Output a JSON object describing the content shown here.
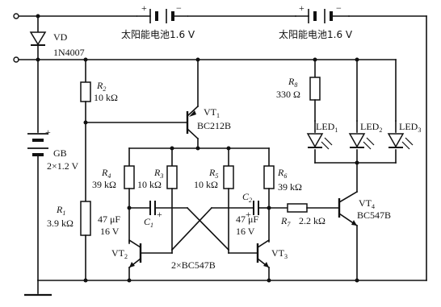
{
  "components": {
    "solar_cell_1": {
      "label": "太阳能电池1.6 V",
      "plus": "+",
      "minus": "−"
    },
    "solar_cell_2": {
      "label": "太阳能电池1.6 V",
      "plus": "+",
      "minus": "−"
    },
    "vd": {
      "name": "VD",
      "part": "1N4007"
    },
    "gb": {
      "name": "GB",
      "value": "2×1.2 V",
      "plus": "+"
    },
    "r1": {
      "name": "R",
      "sub": "1",
      "value": "3.9 kΩ"
    },
    "r2": {
      "name": "R",
      "sub": "2",
      "value": "10 kΩ"
    },
    "r3": {
      "name": "R",
      "sub": "3",
      "value": "10 kΩ"
    },
    "r4": {
      "name": "R",
      "sub": "4",
      "value": "39 kΩ"
    },
    "r5": {
      "name": "R",
      "sub": "5",
      "value": "10 kΩ"
    },
    "r6": {
      "name": "R",
      "sub": "6",
      "value": "39 kΩ"
    },
    "r7": {
      "name": "R",
      "sub": "7",
      "value": "2.2 kΩ"
    },
    "r8": {
      "name": "R",
      "sub": "8",
      "value": "330 Ω"
    },
    "c1": {
      "name": "C",
      "sub": "1",
      "value": "47 μF",
      "voltage": "16 V",
      "plus": "+"
    },
    "c2": {
      "name": "C",
      "sub": "2",
      "value": "47 μF",
      "voltage": "16 V",
      "plus": "+"
    },
    "vt1": {
      "name": "VT",
      "sub": "1",
      "part": "BC212B"
    },
    "vt2": {
      "name": "VT",
      "sub": "2"
    },
    "vt3": {
      "name": "VT",
      "sub": "3"
    },
    "vt4": {
      "name": "VT",
      "sub": "4",
      "part": "BC547B"
    },
    "led1": {
      "name": "LED",
      "sub": "1"
    },
    "led2": {
      "name": "LED",
      "sub": "2"
    },
    "led3": {
      "name": "LED",
      "sub": "3"
    },
    "pair_note": "2×BC547B"
  }
}
